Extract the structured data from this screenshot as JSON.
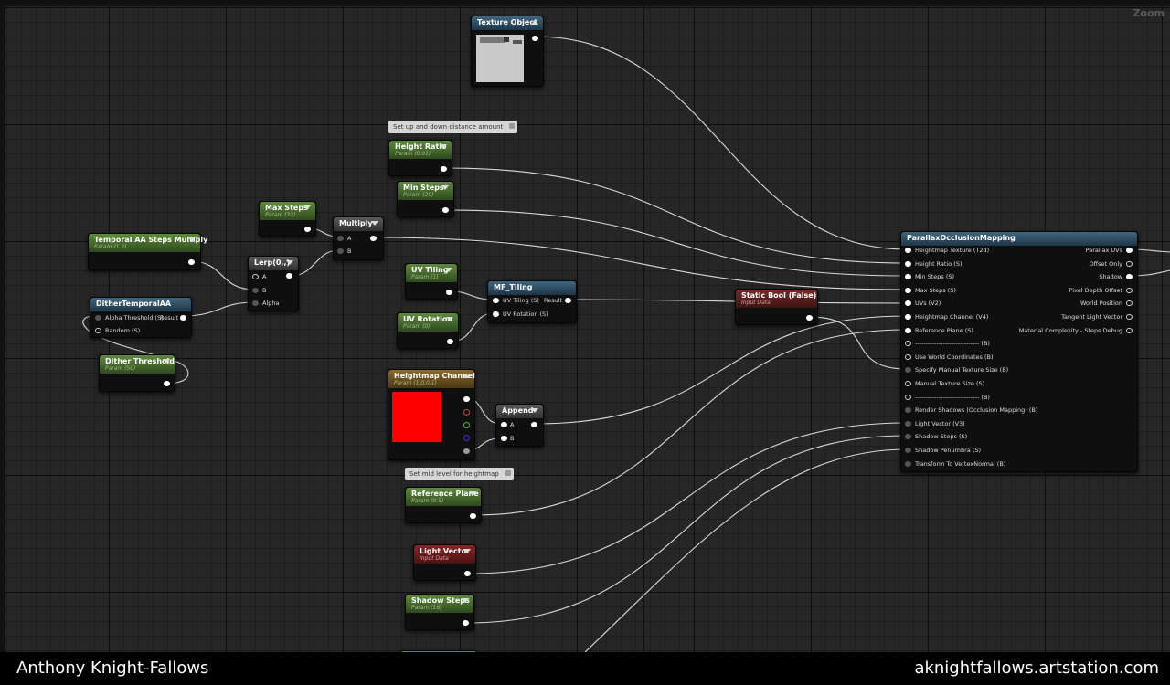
{
  "zoom_label": "Zoom",
  "footer": {
    "author": "Anthony Knight-Fallows",
    "site": "aknightfallows.artstation.com"
  },
  "comments": {
    "height_ratio": "Set up and down distance amount",
    "ref_plane": "Set mid level for heightmap"
  },
  "nodes": {
    "texture_object": {
      "title": "Texture Object"
    },
    "height_ratio": {
      "title": "Height Ratio",
      "sub": "Param (0.01)"
    },
    "min_steps": {
      "title": "Min Steps",
      "sub": "Param (20)"
    },
    "max_steps": {
      "title": "Max Steps",
      "sub": "Param (32)"
    },
    "multiply": {
      "title": "Multiply",
      "pins": [
        "A",
        "B"
      ]
    },
    "temporal_aa": {
      "title": "Temporal AA Steps Multiply",
      "sub": "Param (1.2)"
    },
    "lerp": {
      "title": "Lerp(0,,)",
      "pins": [
        "A",
        "B",
        "Alpha"
      ]
    },
    "dither_temporal": {
      "title": "DitherTemporalAA",
      "pins": [
        "Alpha Threshold (S)",
        "Random (S)"
      ],
      "output": "Result"
    },
    "dither_threshold": {
      "title": "Dither Threshold",
      "sub": "Param (50)"
    },
    "uv_tiling": {
      "title": "UV Tiling",
      "sub": "Param (1)"
    },
    "uv_rotation": {
      "title": "UV Rotation",
      "sub": "Param (0)"
    },
    "mf_tiling": {
      "title": "MF_Tiling",
      "pins": [
        "UV Tiling (S)",
        "UV Rotation (S)"
      ],
      "output": "Result"
    },
    "static_bool": {
      "title": "Static Bool (False)",
      "sub": "Input Data"
    },
    "heightmap_channel": {
      "title": "Heightmap Channel",
      "sub": "Param (1,0,0,1)"
    },
    "append": {
      "title": "Append",
      "pins": [
        "A",
        "B"
      ]
    },
    "reference_plane": {
      "title": "Reference Plane",
      "sub": "Param (0.5)"
    },
    "light_vector": {
      "title": "Light Vector",
      "sub": "Input Data"
    },
    "shadow_steps": {
      "title": "Shadow Steps",
      "sub": "Param (16)"
    },
    "pom": {
      "title": "ParallaxOcclusionMapping",
      "inputs": [
        "Heightmap Texture (T2d)",
        "Height Ratio (S)",
        "Min Steps (S)",
        "Max Steps (S)",
        "UVs (V2)",
        "Heightmap Channel (V4)",
        "Reference Plane (S)",
        "------------------------------ (B)",
        "Use World Coordinates (B)",
        "Specify Manual Texture Size (B)",
        "Manual Texture Size (S)",
        "------------------------------ (B)",
        "Render Shadows (Occlusion Mapping) (B)",
        "Light Vector (V3)",
        "Shadow Steps (S)",
        "Shadow Penumbra (S)",
        "Transform To VertexNormal (B)"
      ],
      "outputs": [
        "Parallax UVs",
        "Offset Only",
        "Shadow",
        "Pixel Depth Offset",
        "World Position",
        "Tangent Light Vector",
        "Material Complexity - Steps Debug"
      ]
    }
  }
}
